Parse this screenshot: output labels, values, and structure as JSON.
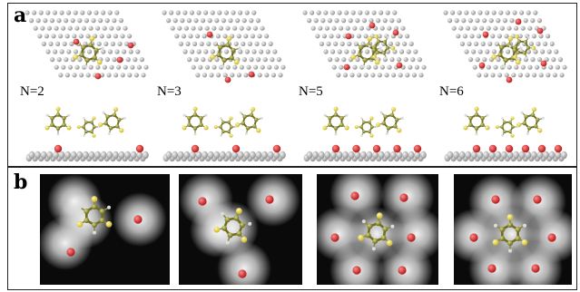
{
  "panel_a": {
    "letter": "a",
    "columns": [
      {
        "label": "N=2",
        "n": 2
      },
      {
        "label": "N=3",
        "n": 3
      },
      {
        "label": "N=5",
        "n": 5
      },
      {
        "label": "N=6",
        "n": 6
      }
    ]
  },
  "panel_b": {
    "letter": "b",
    "images": [
      {
        "n": 2
      },
      {
        "n": 3
      },
      {
        "n": 5
      },
      {
        "n": 6
      }
    ]
  },
  "colors": {
    "substrate_atom": "#b9b9b9",
    "adatom": "#d8262b",
    "carbon": "#8c8c2e",
    "sulfur": "#e8d84a",
    "hydrogen": "#e6e6e6",
    "stm_background": "#0a0a0a",
    "stm_glow": "#ffffff"
  }
}
